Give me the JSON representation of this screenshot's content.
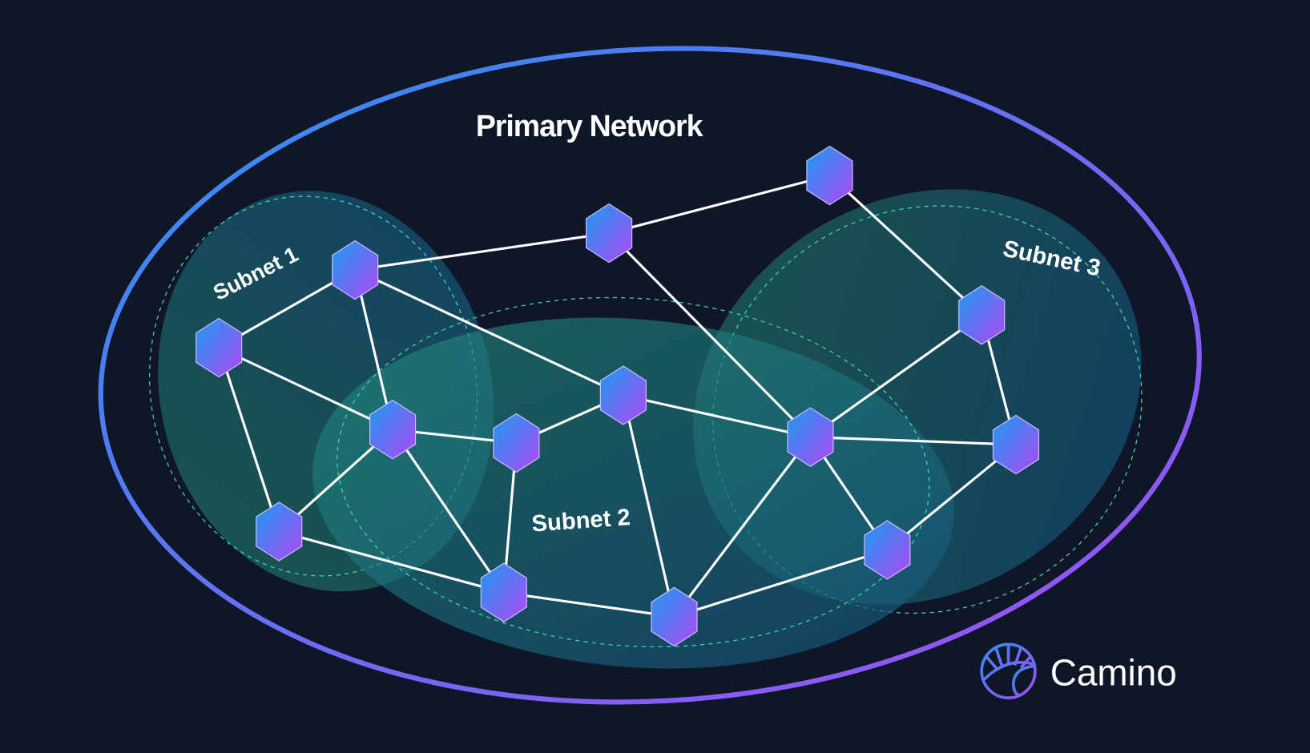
{
  "title": "Primary Network",
  "subnets": [
    {
      "label": "Subnet 1"
    },
    {
      "label": "Subnet 2"
    },
    {
      "label": "Subnet 3"
    }
  ],
  "brand": {
    "name": "Camino",
    "icon": "camino-sunrise-logo-icon"
  },
  "colors": {
    "background": "#0f1628",
    "ring_start": "#2f8ff0",
    "ring_end": "#a04ef5",
    "node_start": "#2f8ff0",
    "node_end": "#a24ef3",
    "subnet_fill": "#1f7a6e",
    "dash": "#3fd9b0"
  }
}
